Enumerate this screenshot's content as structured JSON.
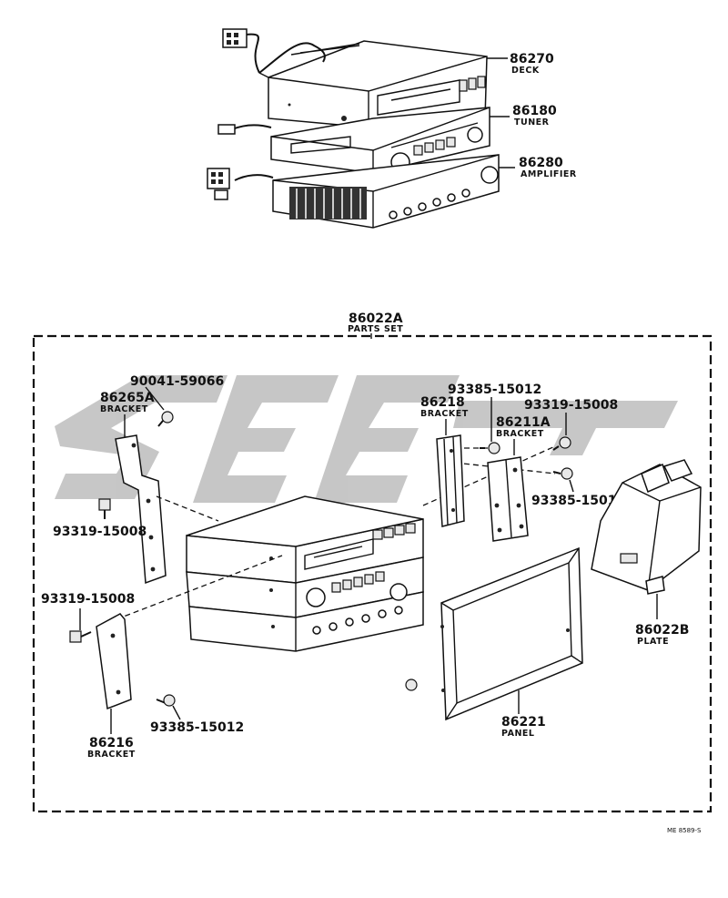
{
  "parts": {
    "deck": {
      "number": "86270",
      "name": "DECK"
    },
    "tuner": {
      "number": "86180",
      "name": "TUNER"
    },
    "amplifier": {
      "number": "86280",
      "name": "AMPLIFIER"
    },
    "parts_set": {
      "number": "86022A",
      "name": "PARTS SET"
    },
    "screw_a": {
      "number": "90041-59066"
    },
    "bracket_left": {
      "number": "86265A",
      "name": "BRACKET"
    },
    "bolt_left_upper": {
      "number": "93319-15008"
    },
    "bolt_left_lower": {
      "number": "93319-15008"
    },
    "bracket_bottom": {
      "number": "86216",
      "name": "BRACKET"
    },
    "screw_bottom": {
      "number": "93385-15012"
    },
    "screw_top": {
      "number": "93385-15012"
    },
    "bracket_mid": {
      "number": "86218",
      "name": "BRACKET"
    },
    "bolt_right": {
      "number": "93319-15008"
    },
    "bracket_right": {
      "number": "86211A",
      "name": "BRACKET"
    },
    "screw_right": {
      "number": "93385-15012"
    },
    "plate": {
      "number": "86022B",
      "name": "PLATE"
    },
    "panel": {
      "number": "86221",
      "name": "PANEL"
    }
  },
  "drawing_code": "ME 8589-S"
}
